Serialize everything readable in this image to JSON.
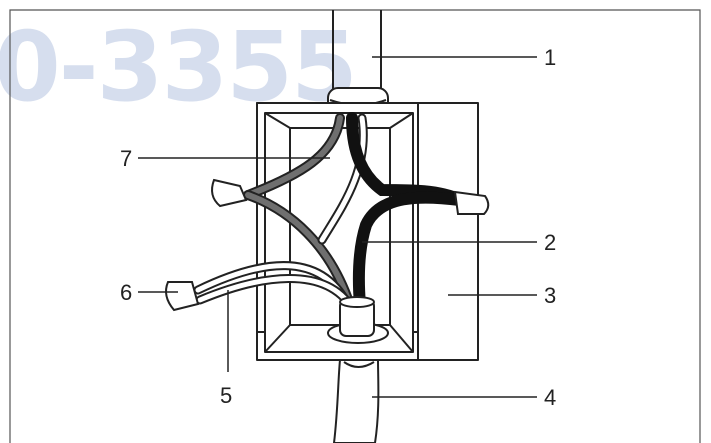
{
  "watermark": {
    "text": "0-3355"
  },
  "callouts": [
    {
      "id": "1",
      "label": "1"
    },
    {
      "id": "2",
      "label": "2"
    },
    {
      "id": "3",
      "label": "3"
    },
    {
      "id": "4",
      "label": "4"
    },
    {
      "id": "5",
      "label": "5"
    },
    {
      "id": "6",
      "label": "6"
    },
    {
      "id": "7",
      "label": "7"
    }
  ],
  "colors": {
    "line": "#222222",
    "wire_black": "#111111",
    "wire_gray": "#6f6f6f",
    "wire_white": "#ffffff",
    "watermark": "#4a6fb5"
  }
}
